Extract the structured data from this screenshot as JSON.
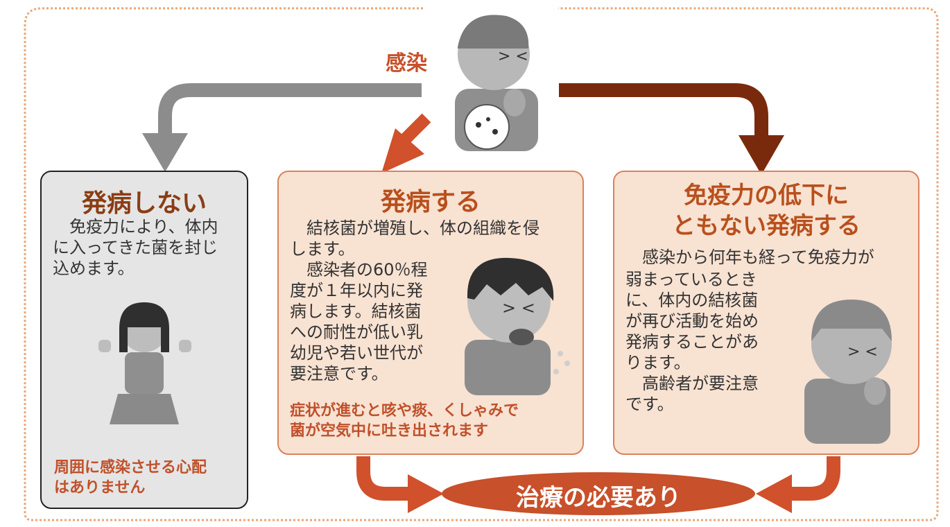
{
  "colors": {
    "border_dots": "#e8a67a",
    "gray_arrow": "#8c8c8c",
    "orange_arrow": "#d0512b",
    "dark_arrow": "#7a2a0c",
    "box_fill": "#f8e2d2",
    "box_border": "#d9825b",
    "gray_box_fill": "#e5e5e5",
    "gray_box_border": "#222222"
  },
  "infection": {
    "label": "感染"
  },
  "no_onset": {
    "title": "発病しない",
    "text": [
      "　免疫力により、体内",
      "に入ってきた菌を封じ",
      "込めます。"
    ],
    "note": [
      "周囲に感染させる心配",
      "はありません"
    ]
  },
  "onset": {
    "title": "発病する",
    "text_top": [
      "　結核菌が増殖し、体の組織を侵",
      "します。"
    ],
    "text_side": [
      "　感染者の60％程",
      "度が１年以内に発",
      "病します。結核菌",
      "への耐性が低い乳",
      "幼児や若い世代が",
      "要注意です。"
    ],
    "note": [
      "症状が進むと咳や痰、くしゃみで",
      "菌が空気中に吐き出されます"
    ]
  },
  "late_onset": {
    "title": [
      "免疫力の低下に",
      "ともない発病する"
    ],
    "text_top": [
      "　感染から何年も経って免疫力が"
    ],
    "text_side": [
      "弱まっているとき",
      "に、体内の結核菌",
      "が再び活動を始め",
      "発病することがあ",
      "ります。",
      "　高齢者が要注意",
      "です。"
    ]
  },
  "treatment": {
    "label": "治療の必要あり"
  }
}
